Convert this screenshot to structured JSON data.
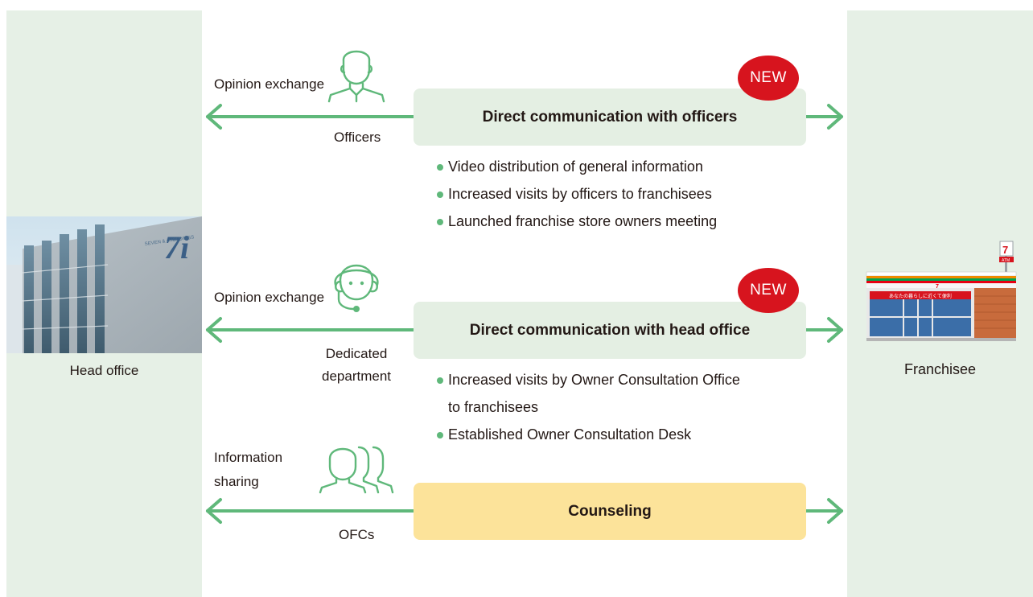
{
  "colors": {
    "panel": "#e6f0e6",
    "arrow": "#5fb87a",
    "new_badge": "#d7141e",
    "box_green": "#e4efe3",
    "box_yellow": "#fce39a"
  },
  "head_office": {
    "label": "Head office"
  },
  "franchisee": {
    "label": "Franchisee"
  },
  "rows": [
    {
      "left_label": "Opinion exchange",
      "bottom_label": "Officers",
      "icon": "officer-person-icon",
      "badge": "NEW",
      "box_title": "Direct communication with officers",
      "bullets": [
        "Video distribution of general information",
        "Increased visits by officers to franchisees",
        "Launched franchise store owners meeting"
      ]
    },
    {
      "left_label": "Opinion exchange",
      "bottom_label_lines": [
        "Dedicated",
        "department"
      ],
      "icon": "headset-operator-icon",
      "badge": "NEW",
      "box_title": "Direct communication with head office",
      "bullets": [
        "Increased visits by Owner Consultation Office",
        "to franchisees",
        "Established Owner Consultation Desk"
      ]
    },
    {
      "left_label_lines": [
        "Information",
        "sharing"
      ],
      "bottom_label": "OFCs",
      "icon": "group-people-icon",
      "box_title": "Counseling"
    }
  ],
  "store_sign": {
    "logo": "7",
    "atm": "ATM",
    "banner": "あなたの暮らしに近くて便利"
  },
  "office_sign": "7i"
}
